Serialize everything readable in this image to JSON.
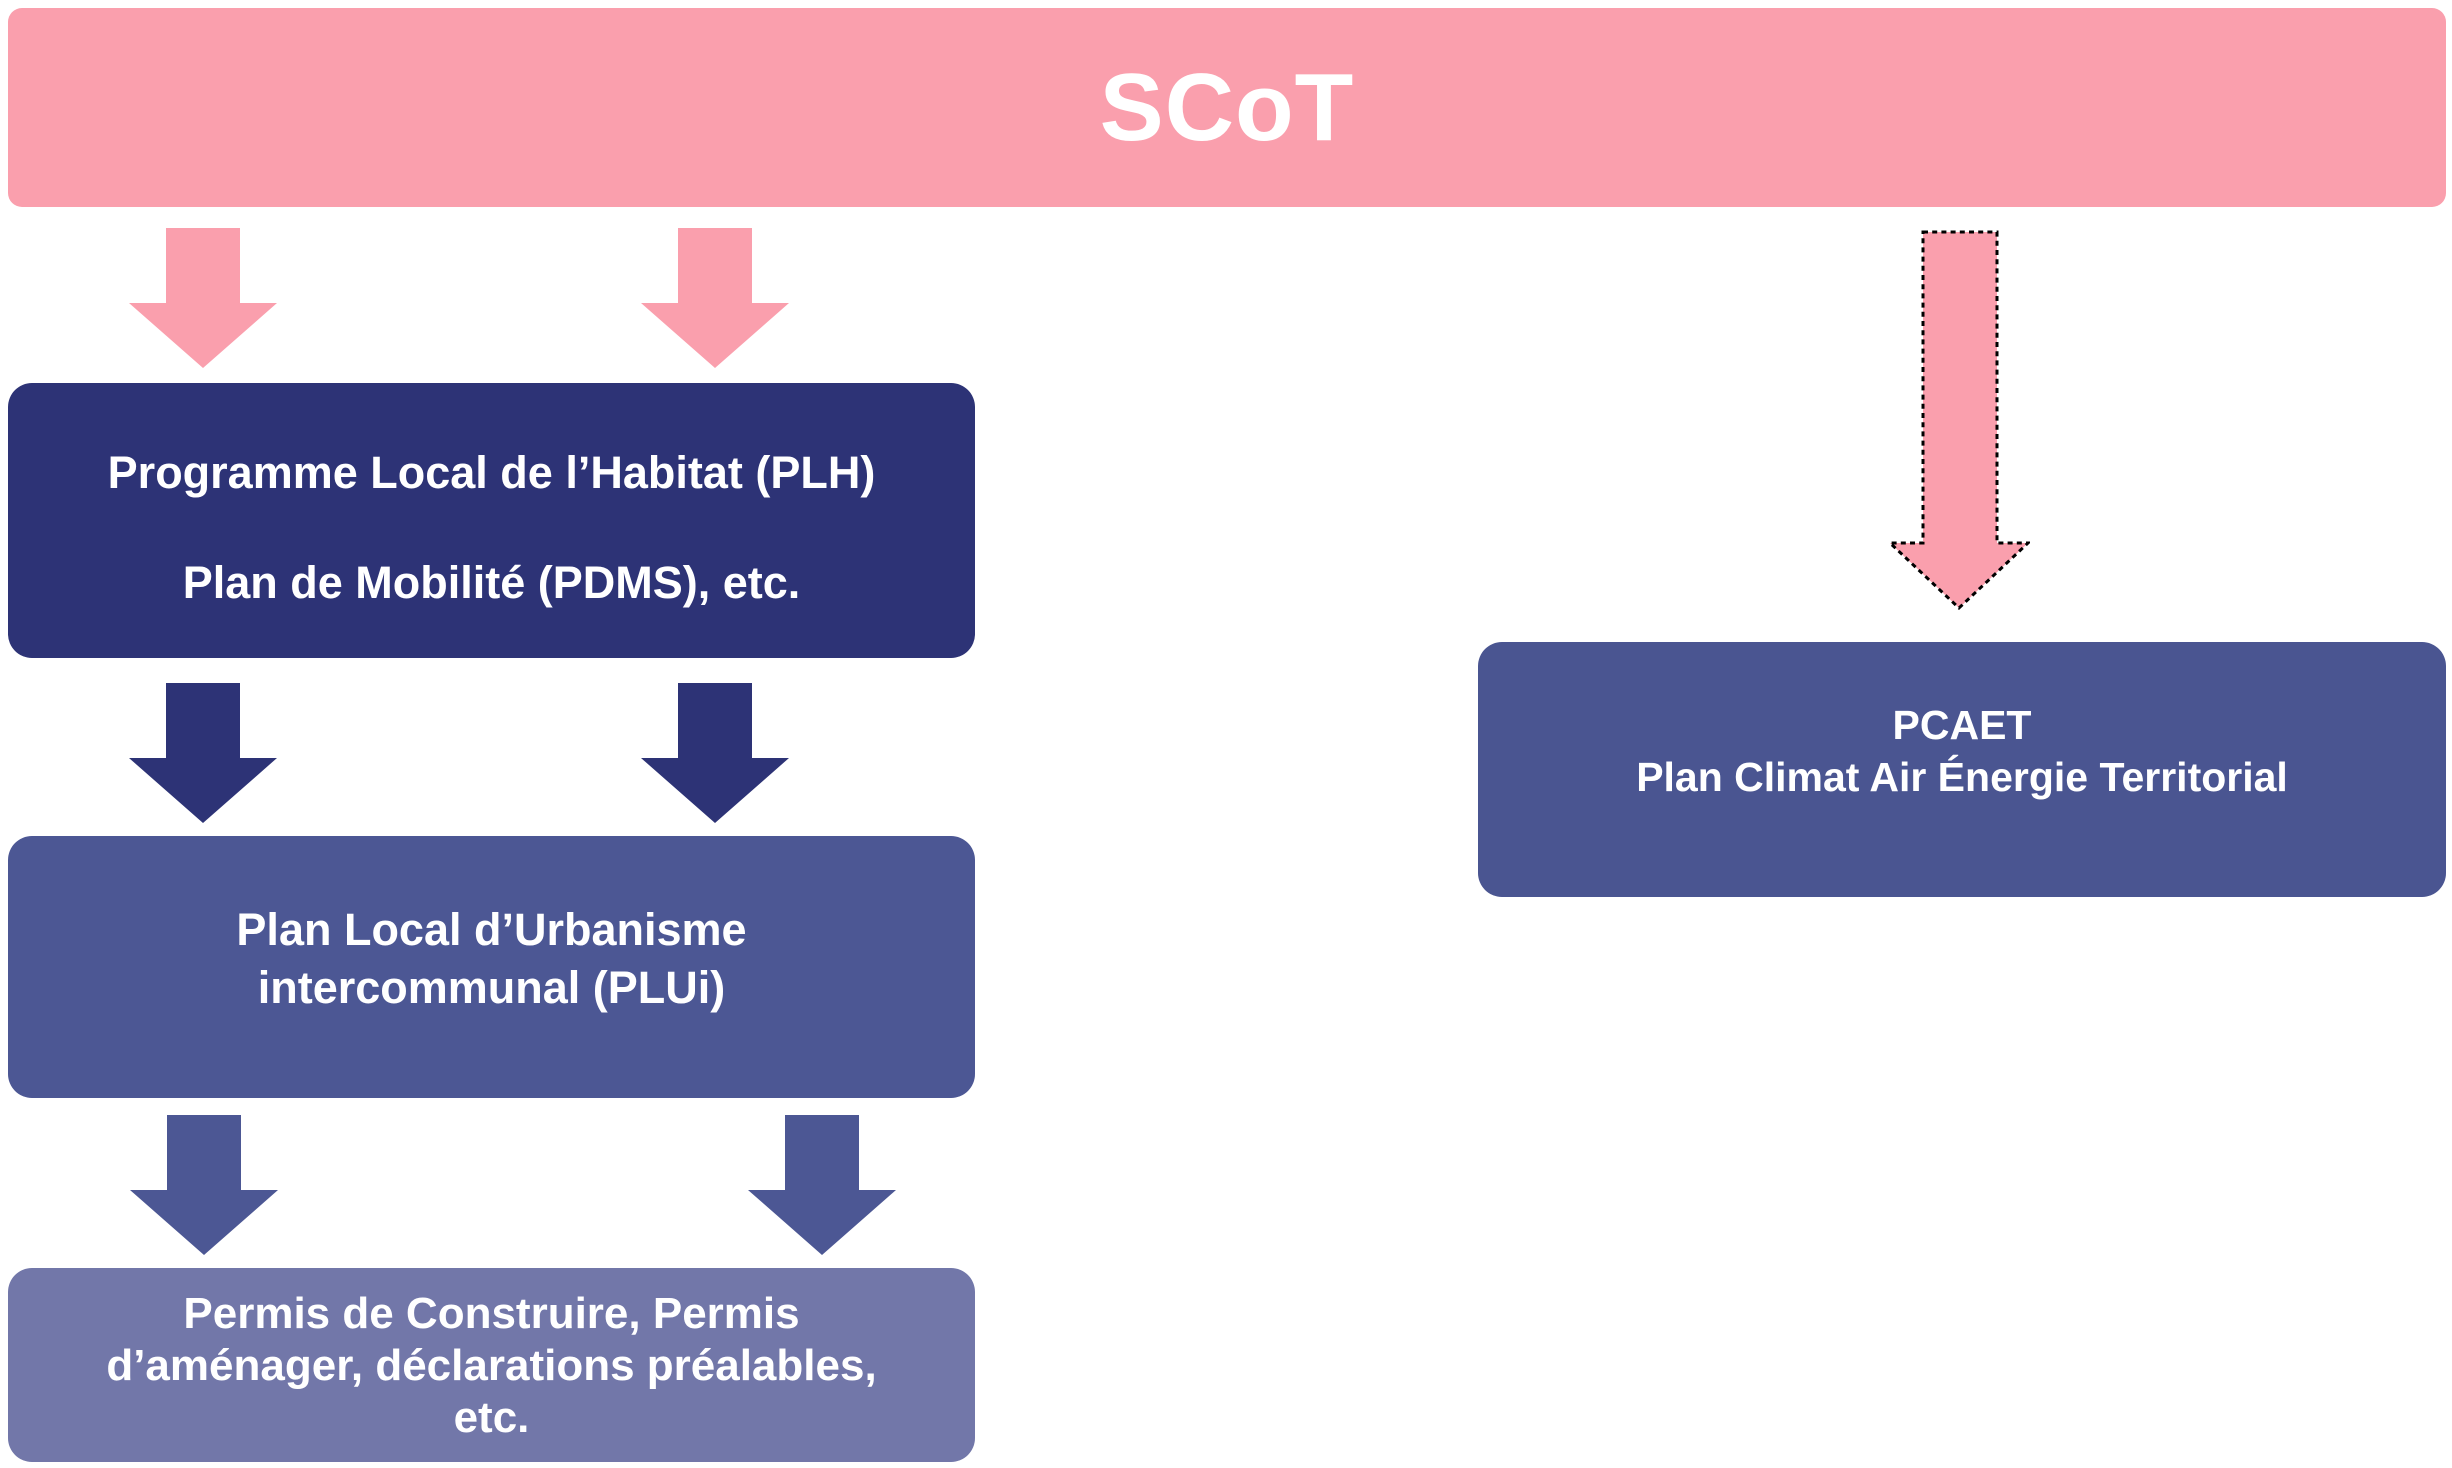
{
  "banner": {
    "title": "SCoT"
  },
  "colors": {
    "pink": "#FA9FAD",
    "navy": "#2D3376",
    "blue": "#4C5794",
    "pcaet_blue": "#4A5591",
    "light_purple": "#7277A9",
    "text_white": "#FFFFFF",
    "dotted_outline": "#000000",
    "background": "#FFFFFF"
  },
  "boxes": {
    "plh": {
      "lines": [
        "Programme Local de l’Habitat (PLH)",
        "Plan de Mobilité (PDMS), etc."
      ]
    },
    "plui": {
      "lines": [
        "Plan Local d’Urbanisme",
        "intercommunal (PLUi)"
      ]
    },
    "permis": {
      "lines": [
        "Permis de Construire, Permis",
        "d’aménager, déclarations préalables,",
        "etc."
      ]
    },
    "pcaet": {
      "lines": [
        "PCAET",
        "Plan Climat Air Énergie Territorial"
      ]
    }
  }
}
